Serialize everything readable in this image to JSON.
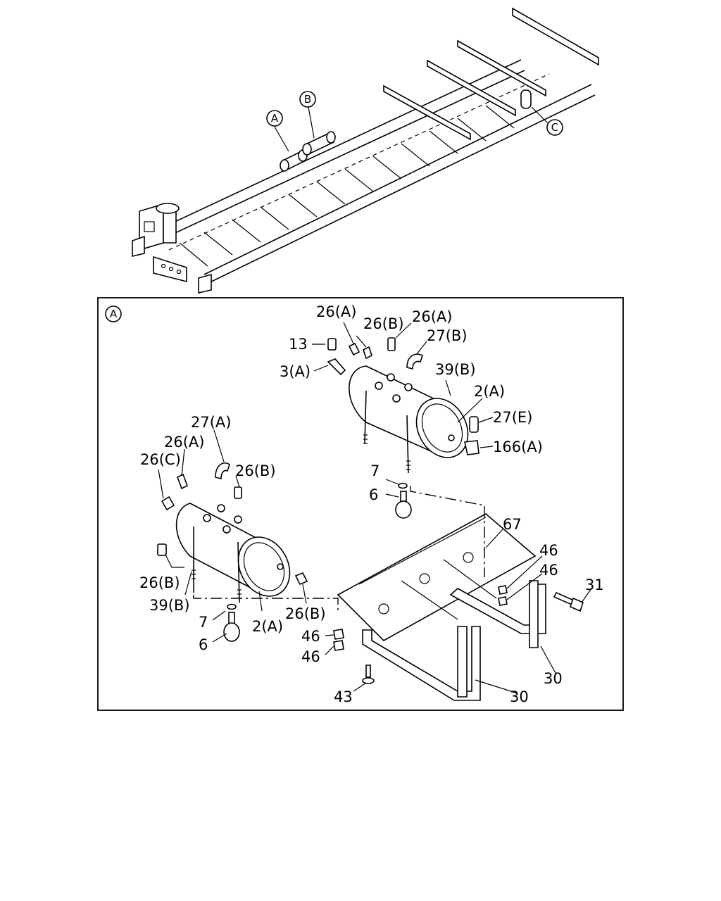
{
  "callouts": {
    "top_a": "A",
    "top_b": "B",
    "top_c": "C",
    "inset_a": "A"
  },
  "labels": {
    "l13": "13",
    "l3a": "3(A)",
    "l26a_1": "26(A)",
    "l26b_1": "26(B)",
    "l26a_2": "26(A)",
    "l27b": "27(B)",
    "l39b_1": "39(B)",
    "l2a_1": "2(A)",
    "l27e": "27(E)",
    "l166a": "166(A)",
    "l7_1": "7",
    "l6_1": "6",
    "l27a": "27(A)",
    "l26a_3": "26(A)",
    "l26c": "26(C)",
    "l26b_2": "26(B)",
    "l26b_3": "26(B)",
    "l39b_2": "39(B)",
    "l7_2": "7",
    "l6_2": "6",
    "l2a_2": "2(A)",
    "l26b_4": "26(B)",
    "l67": "67",
    "l46_1": "46",
    "l46_2": "46",
    "l31": "31",
    "l46_3": "46",
    "l46_4": "46",
    "l30_1": "30",
    "l30_2": "30",
    "l43": "43"
  }
}
